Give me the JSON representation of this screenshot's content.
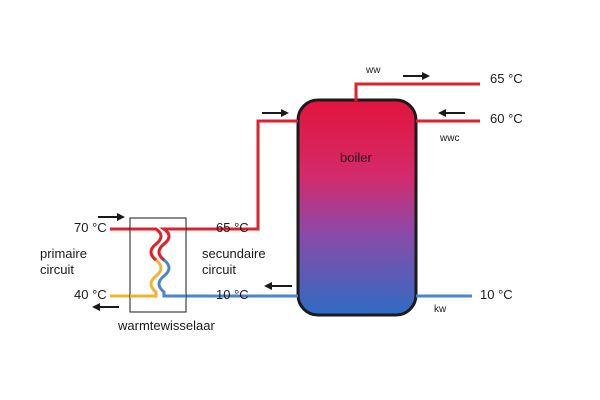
{
  "diagram": {
    "boiler_label": "boiler",
    "ww_label": "ww",
    "wwc_label": "wwc",
    "kw_label": "kw",
    "temp_ww_out": "65 °C",
    "temp_wwc_in": "60 °C",
    "temp_kw_in": "10 °C",
    "temp_primary_in": "70 °C",
    "temp_primary_out": "40 °C",
    "temp_secondary_hot": "65 °C",
    "temp_secondary_cold": "10 °C",
    "primary_circuit_line1": "primaire",
    "primary_circuit_line2": "circuit",
    "secondary_circuit_line1": "secundaire",
    "secondary_circuit_line2": "circuit",
    "heat_exchanger_label": "warmtewisselaar"
  },
  "colors": {
    "hot": "#e0202a",
    "cold": "#4a86c8",
    "warm_return": "#f2b330",
    "boiler_top": "#e2143c",
    "boiler_bottom": "#2e6cc4",
    "outline": "#1a1a1a"
  }
}
